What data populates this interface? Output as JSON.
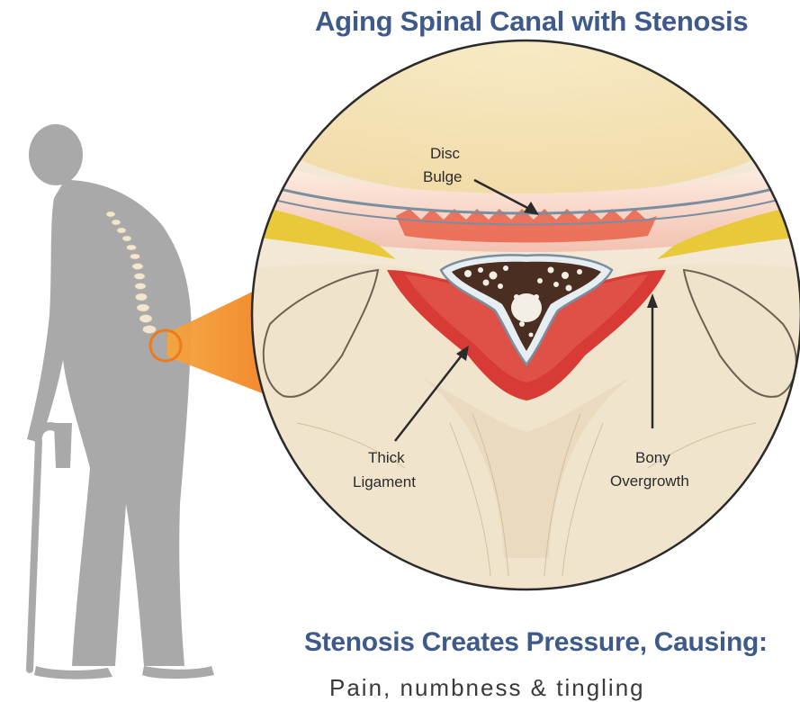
{
  "titles": {
    "top": "Aging Spinal Canal with Stenosis",
    "bottom": "Stenosis Creates Pressure, Causing:"
  },
  "subtext": "Pain, numbness & tingling",
  "labels": {
    "disc_line1": "Disc",
    "disc_line2": "Bulge",
    "ligament_line1": "Thick",
    "ligament_line2": "Ligament",
    "bony_line1": "Bony",
    "bony_line2": "Overgrowth"
  },
  "colors": {
    "title": "#3d5a8a",
    "silhouette": "#a9a9a9",
    "callout": "#f28a24",
    "ligament": "#d83a36",
    "fat": "#e8c93a",
    "bone": "#efe3cc"
  }
}
